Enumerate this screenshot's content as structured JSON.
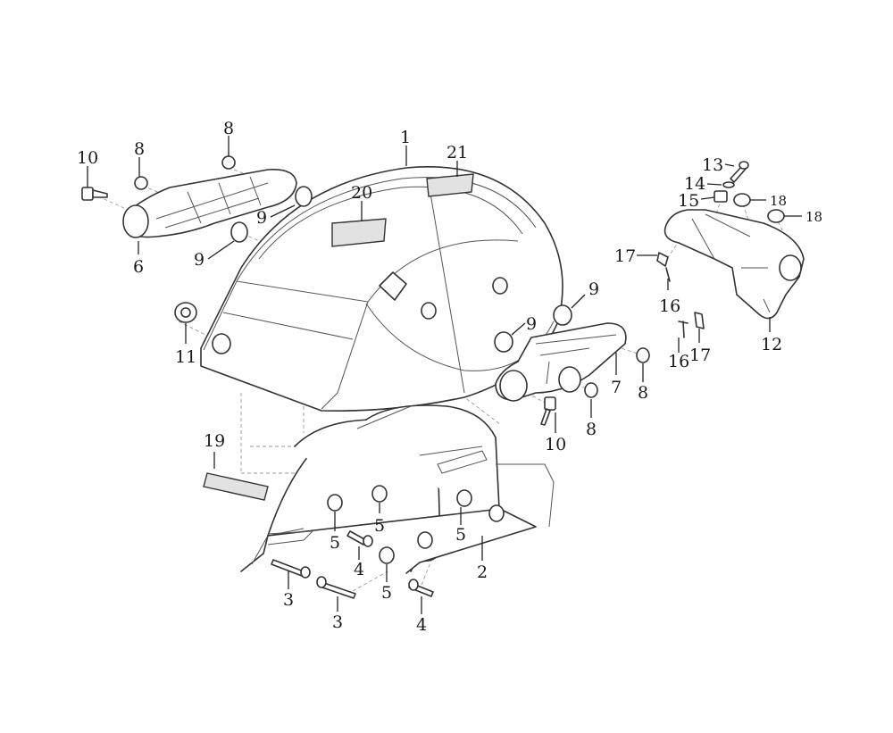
{
  "callouts": [
    {
      "id": "c1",
      "text": "1"
    },
    {
      "id": "c21",
      "text": "21"
    },
    {
      "id": "c20",
      "text": "20"
    },
    {
      "id": "c8a",
      "text": "8"
    },
    {
      "id": "c8b",
      "text": "8"
    },
    {
      "id": "c10a",
      "text": "10"
    },
    {
      "id": "c9a",
      "text": "9"
    },
    {
      "id": "c9b",
      "text": "9"
    },
    {
      "id": "c6",
      "text": "6"
    },
    {
      "id": "c11",
      "text": "11"
    },
    {
      "id": "c13",
      "text": "13"
    },
    {
      "id": "c14",
      "text": "14"
    },
    {
      "id": "c15",
      "text": "15"
    },
    {
      "id": "c18a",
      "text": "18"
    },
    {
      "id": "c18b",
      "text": "18"
    },
    {
      "id": "c17a",
      "text": "17"
    },
    {
      "id": "c16a",
      "text": "16"
    },
    {
      "id": "c16b",
      "text": "16"
    },
    {
      "id": "c17b",
      "text": "17"
    },
    {
      "id": "c12",
      "text": "12"
    },
    {
      "id": "c9c",
      "text": "9"
    },
    {
      "id": "c9d",
      "text": "9"
    },
    {
      "id": "c7",
      "text": "7"
    },
    {
      "id": "c8c",
      "text": "8"
    },
    {
      "id": "c8d",
      "text": "8"
    },
    {
      "id": "c10b",
      "text": "10"
    },
    {
      "id": "c19",
      "text": "19"
    },
    {
      "id": "c5a",
      "text": "5"
    },
    {
      "id": "c5b",
      "text": "5"
    },
    {
      "id": "c5c",
      "text": "5"
    },
    {
      "id": "c5d",
      "text": "5"
    },
    {
      "id": "c4a",
      "text": "4"
    },
    {
      "id": "c4b",
      "text": "4"
    },
    {
      "id": "c3a",
      "text": "3"
    },
    {
      "id": "c3b",
      "text": "3"
    },
    {
      "id": "c2",
      "text": "2"
    }
  ]
}
